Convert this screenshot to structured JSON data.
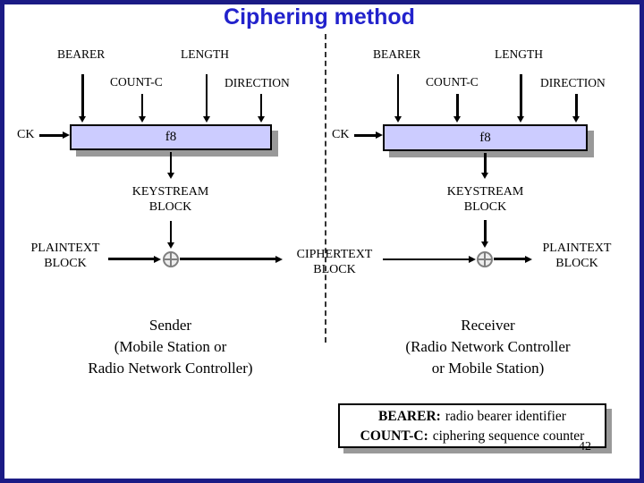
{
  "title": "Ciphering method",
  "colors": {
    "accent": "#2222CC",
    "box_fill": "#CCCCFF",
    "shadow": "#999999",
    "xor_gray": "#7F7F7F",
    "frame_navy": "#1b1b85"
  },
  "sender": {
    "bearer": "BEARER",
    "length": "LENGTH",
    "count_c": "COUNT-C",
    "direction": "DIRECTION",
    "ck": "CK",
    "function": "f8",
    "keystream": {
      "line1": "KEYSTREAM",
      "line2": "BLOCK"
    },
    "plaintext": {
      "line1": "PLAINTEXT",
      "line2": "BLOCK"
    },
    "caption": {
      "line1": "Sender",
      "line2": "(Mobile Station or",
      "line3": "Radio Network Controller)"
    }
  },
  "receiver": {
    "bearer": "BEARER",
    "length": "LENGTH",
    "count_c": "COUNT-C",
    "direction": "DIRECTION",
    "ck": "CK",
    "function": "f8",
    "keystream": {
      "line1": "KEYSTREAM",
      "line2": "BLOCK"
    },
    "plaintext": {
      "line1": "PLAINTEXT",
      "line2": "BLOCK"
    },
    "caption": {
      "line1": "Receiver",
      "line2": "(Radio Network Controller",
      "line3": "or Mobile Station)"
    }
  },
  "ciphertext": {
    "line1": "CIPHERTEXT",
    "line2": "BLOCK"
  },
  "note": {
    "line1": {
      "term": "BEARER:",
      "definition": "radio bearer identifier"
    },
    "line2": {
      "term": "COUNT-C:",
      "definition": "ciphering sequence counter"
    }
  },
  "page_number": "42"
}
